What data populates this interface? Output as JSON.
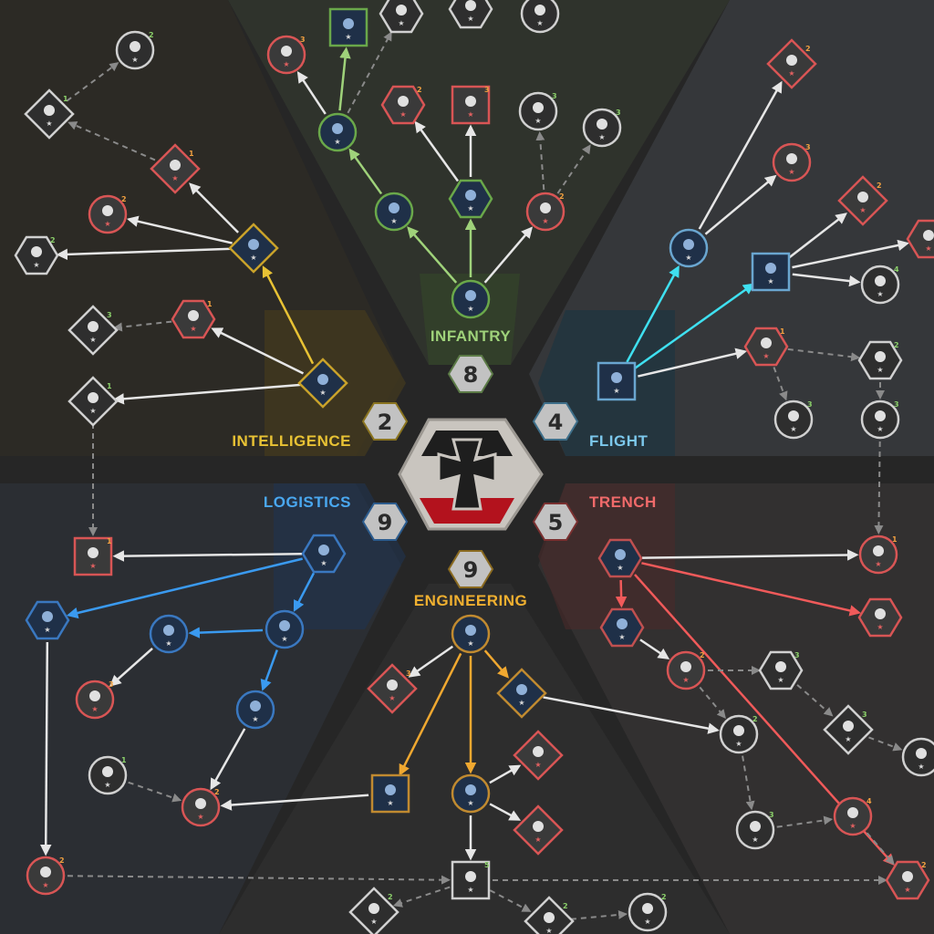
{
  "center_emblem": "iron-cross-emblem",
  "categories": {
    "infantry": {
      "label": "INFANTRY",
      "points": "8",
      "color": "#9fd27a"
    },
    "intelligence": {
      "label": "INTELLIGENCE",
      "points": "2",
      "color": "#e8c234"
    },
    "flight": {
      "label": "FLIGHT",
      "points": "4",
      "color": "#7cc8ec"
    },
    "logistics": {
      "label": "LOGISTICS",
      "points": "9",
      "color": "#4aa8f0"
    },
    "trench": {
      "label": "TRENCH",
      "points": "5",
      "color": "#f06a6a"
    },
    "engineering": {
      "label": "ENGINEERING",
      "points": "9",
      "color": "#f0b030"
    }
  },
  "node_badges": {
    "inf_c": "2",
    "inf_f": "3",
    "inf_g": "2",
    "inf_h": "3",
    "inf_i": "3",
    "inf_j": "3",
    "int_c": "1",
    "int_d": "1",
    "int_e": "3",
    "int_f": "2",
    "int_g": "2",
    "int_h": "1",
    "int_i": "1",
    "int_j": "2",
    "fl_d": "1",
    "fl_e": "2",
    "fl_f": "3",
    "fl_g": "2",
    "fl_h": "4",
    "fl_i": "2",
    "fl_j": "3",
    "fl_k": "3",
    "tr_c": "1",
    "tr_e": "2",
    "tr_f": "3",
    "tr_g": "2",
    "tr_h": "3",
    "tr_j": "3",
    "tr_k": "4",
    "tr_l": "2",
    "lo_b": "1",
    "lo_g": "3",
    "lo_h": "1",
    "lo_i": "2",
    "lo_j": "2",
    "en_b": "3",
    "en_h": "2",
    "en_i": "5",
    "en_j": "2",
    "en_k": "2"
  }
}
